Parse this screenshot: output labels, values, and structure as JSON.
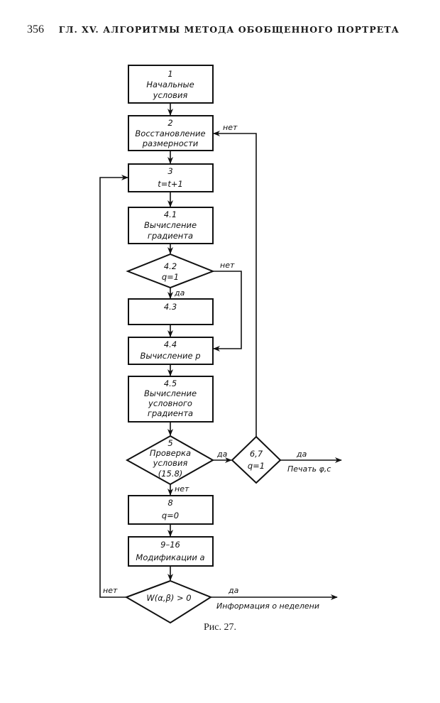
{
  "header": {
    "page_number": "356",
    "running_title": "ГЛ. XV. АЛГОРИТМЫ МЕТОДА ОБОБЩЕННОГО ПОРТРЕТА"
  },
  "flowchart": {
    "nodes": {
      "n1": {
        "id": "1",
        "lines": [
          "Начальные",
          "условия"
        ]
      },
      "n2": {
        "id": "2",
        "lines": [
          "Восстановление",
          "размерности"
        ]
      },
      "n3": {
        "id": "3",
        "lines": [
          "t=t+1"
        ]
      },
      "n41": {
        "id": "4.1",
        "lines": [
          "Вычисление",
          "градиента"
        ]
      },
      "n42": {
        "id": "4.2",
        "lines": [
          "q=1"
        ]
      },
      "n43": {
        "id": "4.3",
        "lines": []
      },
      "n44": {
        "id": "4.4",
        "lines": [
          "Вычисление p"
        ]
      },
      "n45": {
        "id": "4.5",
        "lines": [
          "Вычисление",
          "условного",
          "градиента"
        ]
      },
      "n5": {
        "id": "5",
        "lines": [
          "Проверка",
          "условия",
          "(15.8)"
        ]
      },
      "n67": {
        "id": "6,7",
        "lines": [
          "q=1"
        ]
      },
      "n8": {
        "id": "8",
        "lines": [
          "q=0"
        ]
      },
      "n916": {
        "id": "9–16",
        "lines": [
          "Модификации a"
        ]
      },
      "nW": {
        "id": "",
        "lines": [
          "W(α,β) > 0"
        ]
      }
    },
    "edge_labels": {
      "no_67_to_2": "нет",
      "no_42_to_44": "нет",
      "yes_42_to_43": "да",
      "yes_5_to_67": "да",
      "no_5_to_8": "нет",
      "yes_67_out": "да",
      "out_67_text": "Печать φ,c",
      "no_W_to_3": "нет",
      "yes_W_out": "да",
      "out_W_text": "Информация о неделени"
    }
  },
  "caption": "Рис. 27."
}
